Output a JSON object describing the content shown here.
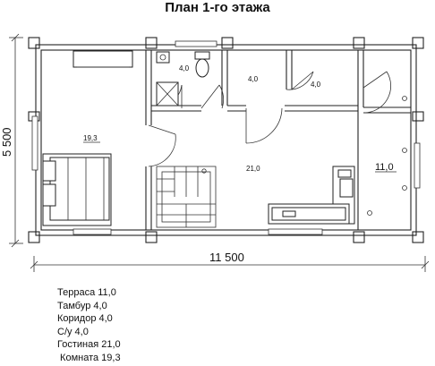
{
  "title": "План 1-го этажа",
  "dimensions": {
    "width": "11 500",
    "height": "5 500"
  },
  "room_labels": {
    "wc": "4,0",
    "corridor": "4,0",
    "tambur": "4,0",
    "terrace": "11,0",
    "living": "21,0",
    "bedroom": "19,3"
  },
  "legend": [
    "Терраса 11,0",
    "Тамбур 4,0",
    "Коридор 4,0",
    "С/у 4,0",
    "Гостиная 21,0",
    " Комната 19,3"
  ]
}
